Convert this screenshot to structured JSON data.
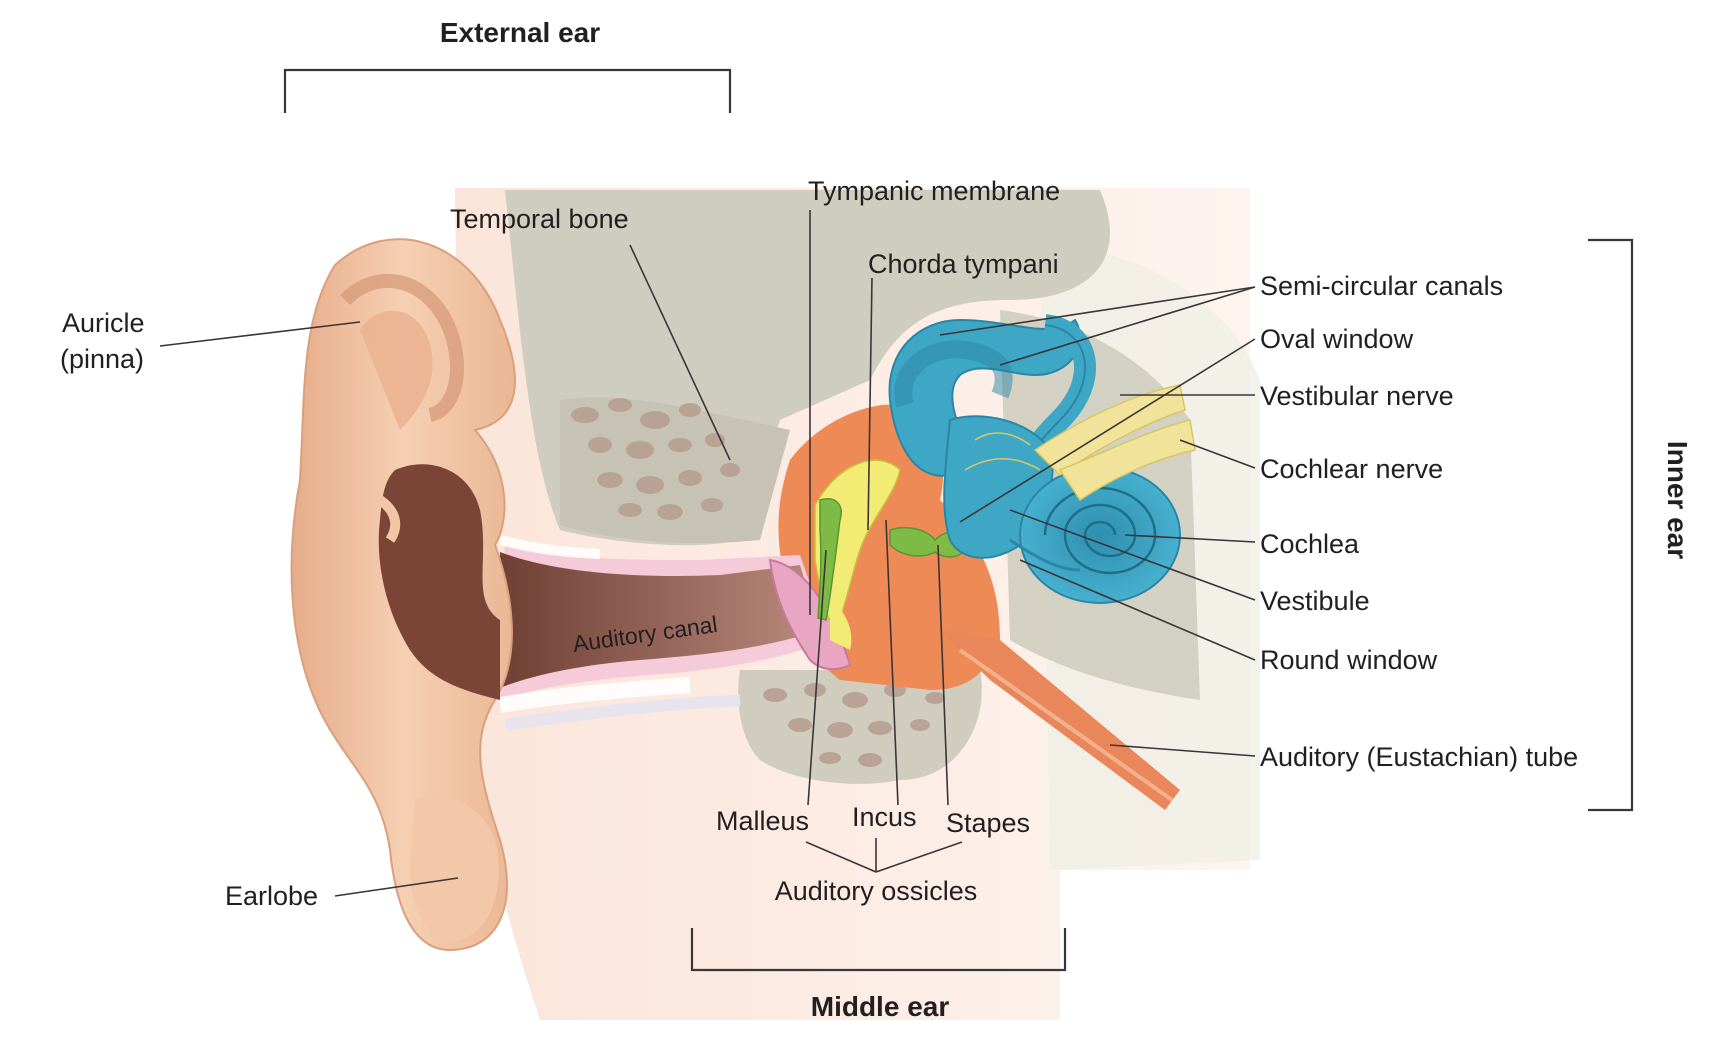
{
  "sections": {
    "external": "External ear",
    "middle": "Middle ear",
    "inner": "Inner ear"
  },
  "labels": {
    "temporal_bone": "Temporal bone",
    "tympanic_membrane": "Tympanic membrane",
    "chorda_tympani": "Chorda tympani",
    "auricle_line1": "Auricle",
    "auricle_line2": "(pinna)",
    "semicircular_canals": "Semi-circular canals",
    "oval_window": "Oval window",
    "vestibular_nerve": "Vestibular nerve",
    "cochlear_nerve": "Cochlear nerve",
    "cochlea": "Cochlea",
    "vestibule": "Vestibule",
    "round_window": "Round window",
    "eustachian_tube": "Auditory (Eustachian) tube",
    "auditory_canal": "Auditory canal",
    "malleus": "Malleus",
    "incus": "Incus",
    "stapes": "Stapes",
    "auditory_ossicles": "Auditory ossicles",
    "earlobe": "Earlobe"
  },
  "colors": {
    "skin": "#f2c6a4",
    "skin_dark": "#d9a07e",
    "canal": "#9a6a5c",
    "bone": "#cfcdbf",
    "bone_cell": "#b39a8e",
    "middle_ear": "#ef8d5a",
    "inner_ear": "#3fa7c6",
    "nerve": "#f1e39a",
    "ossicle_green": "#7dbb46",
    "tympanic": "#e9a6c2",
    "cartilage": "#f4d7e3"
  }
}
